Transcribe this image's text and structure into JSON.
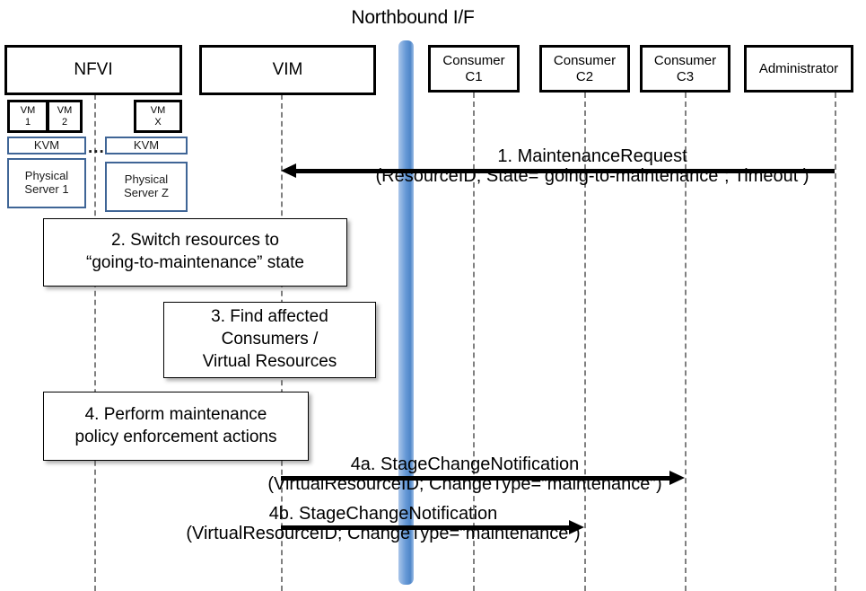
{
  "diagram": {
    "title": "Northbound I/F",
    "type": "uml-sequence-diagram",
    "accent_color": "#4f86c8",
    "lifeline_color": "#808080",
    "node_border_color": "#3f6596"
  },
  "actors": [
    {
      "id": "nfvi",
      "label": "NFVI"
    },
    {
      "id": "vim",
      "label": "VIM"
    },
    {
      "id": "c1_l1",
      "label": "Consumer",
      "label2": "C1"
    },
    {
      "id": "c2_l1",
      "label": "Consumer",
      "label2": "C2"
    },
    {
      "id": "c3_l1",
      "label": "Consumer",
      "label2": "C3"
    },
    {
      "id": "admin",
      "label": "Administrator"
    }
  ],
  "nfvi_stack": {
    "vms": [
      {
        "line1": "VM",
        "line2": "1"
      },
      {
        "line1": "VM",
        "line2": "2"
      },
      {
        "line1": "VM",
        "line2": "X"
      }
    ],
    "hypervisors": [
      {
        "label": "KVM"
      },
      {
        "label": "KVM"
      }
    ],
    "servers": [
      {
        "line1": "Physical",
        "line2": "Server 1"
      },
      {
        "line1": "Physical",
        "line2": "Server Z"
      }
    ],
    "ellipsis": "..."
  },
  "messages": [
    {
      "id": "msg1",
      "line1": "1.   MaintenanceRequest",
      "line2": "(ResourceID; State=“going-to-maintenance”; Timeout )",
      "from": "admin",
      "to": "vim",
      "direction": "left"
    },
    {
      "id": "msg4a",
      "line1": "4a. StageChangeNotification",
      "line2": "(VirtualResourceID; ChangeType=“maintenance”)",
      "from": "vim",
      "to": "c3",
      "direction": "right"
    },
    {
      "id": "msg4b",
      "line1": "4b. StageChangeNotification",
      "line2": "(VirtualResourceID; ChangeType=“maintenance”)",
      "from": "vim",
      "to": "c2",
      "direction": "right"
    }
  ],
  "notes": [
    {
      "id": "note2",
      "line1": "2. Switch resources to",
      "line2": "“going-to-maintenance” state"
    },
    {
      "id": "note3",
      "line1": "3. Find affected",
      "line2": "Consumers /",
      "line3": "Virtual Resources"
    },
    {
      "id": "note4",
      "line1": "4. Perform maintenance",
      "line2": "policy enforcement actions"
    }
  ]
}
